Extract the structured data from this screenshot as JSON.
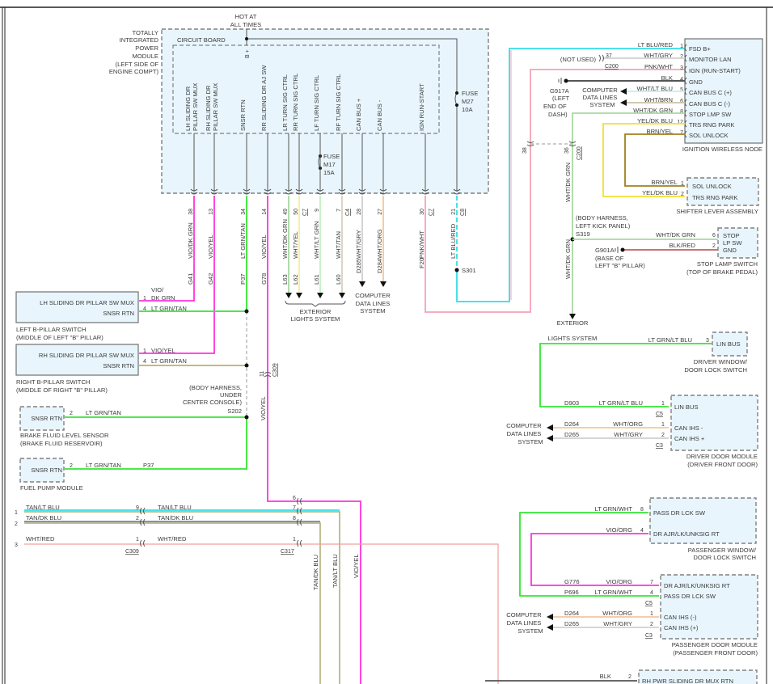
{
  "colors": {
    "vio": "#ff33dd",
    "ltgrn": "#33e633",
    "ltblu": "#33dde6",
    "pnk": "#f4a3b8",
    "wht_dkgrn": "#a8d8a0",
    "wht_yel": "#f0f0a0",
    "wht_ltgrn": "#c0f0c0",
    "wht_tan": "#d8d0c0",
    "wht_gry": "#d0d0d0",
    "wht_org": "#f5c79a",
    "yel": "#f0e030",
    "brn": "#a08020",
    "blk": "#555555",
    "tan_ltblu": "#b8b888",
    "tan_dkblu": "#7080b0",
    "wht_red": "#f0a0a0",
    "module_fill": "#e8f5fc"
  },
  "tipm": {
    "name_lines": [
      "TOTALLY",
      "INTEGRATED",
      "POWER",
      "MODULE",
      "(LEFT SIDE OF",
      "ENGINE COMPT)"
    ],
    "hot_lines": [
      "HOT AT",
      "ALL TIMES"
    ],
    "circuit_board": "CIRCUIT BOARD",
    "bplus": "B +",
    "fuse_m27": [
      "FUSE",
      "M27",
      "10A"
    ],
    "fuse_m17": [
      "FUSE",
      "M17",
      "15A"
    ],
    "pins": [
      {
        "label1": "LH SLIDING DR",
        "label2": "PILLAR SW MUX",
        "pin": "38",
        "conn": "",
        "wire": "VIO/DK GRN",
        "circuit": "G41"
      },
      {
        "label1": "RH SLIDING DR",
        "label2": "PILLAR SW MUX",
        "pin": "13",
        "conn": "",
        "wire": "VIO/YEL",
        "circuit": "G42"
      },
      {
        "label1": "",
        "label2": "SNSR RTN",
        "pin": "34",
        "conn": "",
        "wire": "LT GRN/TAN",
        "circuit": "P37"
      },
      {
        "label1": "",
        "label2": "RR SLIDING DR AJ SW",
        "pin": "14",
        "conn": "",
        "wire": "VIO/YEL",
        "circuit": "G78"
      },
      {
        "label1": "",
        "label2": "LR TURN SIG CTRL",
        "pin": "49",
        "conn": "",
        "wire": "WHT/DK GRN",
        "circuit": "L63"
      },
      {
        "label1": "",
        "label2": "RR TURN SIG CTRL",
        "pin": "50",
        "conn": "C7",
        "wire": "WHT/YEL",
        "circuit": "L62"
      },
      {
        "label1": "",
        "label2": "LF TURN SIG CTRL",
        "pin": "9",
        "conn": "",
        "wire": "WHT/LT GRN",
        "circuit": "L61"
      },
      {
        "label1": "",
        "label2": "RF TURN SIG CTRL",
        "pin": "7",
        "conn": "C4",
        "wire": "WHT/TAN",
        "circuit": "L60"
      },
      {
        "label1": "",
        "label2": "CAN BUS +",
        "pin": "28",
        "conn": "",
        "wire": "WHT/GRY",
        "circuit": "D285"
      },
      {
        "label1": "",
        "label2": "CAN BUS -",
        "pin": "27",
        "conn": "",
        "wire": "WHT/ORG",
        "circuit": "D284"
      },
      {
        "label1": "",
        "label2": "IGN RUN-START",
        "pin": "30",
        "conn": "C7",
        "wire": "PNK/WHT",
        "circuit": "F20"
      },
      {
        "label1": "",
        "label2": "",
        "pin": "21",
        "conn": "C8",
        "wire": "LT BLU/RED",
        "circuit": ""
      }
    ]
  },
  "splice_s301": "S301",
  "exterior_lights": [
    "EXTERIOR",
    "LIGHTS SYSTEM"
  ],
  "computer_data_lines": [
    "COMPUTER",
    "DATA LINES",
    "SYSTEM"
  ],
  "left_b_pillar": {
    "pins": [
      {
        "num": "1",
        "label": "LH SLIDING DR PILLAR SW MUX",
        "wire1": "VIO/",
        "wire2": "DK GRN"
      },
      {
        "num": "4",
        "label": "SNSR RTN",
        "wire": "LT GRN/TAN"
      }
    ],
    "caption": [
      "LEFT B-PILLAR SWITCH",
      "(MIDDLE OF LEFT \"B\" PILLAR)"
    ]
  },
  "right_b_pillar": {
    "pins": [
      {
        "num": "1",
        "label": "RH SLIDING DR PILLAR SW MUX",
        "wire": "VIO/YEL"
      },
      {
        "num": "4",
        "label": "SNSR RTN",
        "wire": "LT GRN/TAN"
      }
    ],
    "caption": [
      "RIGHT B-PILLAR SWITCH",
      "(MIDDLE OF RIGHT \"B\" PILLAR)"
    ]
  },
  "splice_s202": {
    "lines": [
      "(BODY HARNESS,",
      "UNDER",
      "CENTER CONSOLE)"
    ],
    "id": "S202"
  },
  "brake_fluid": {
    "pin": "2",
    "label": "SNSR RTN",
    "wire": "LT GRN/TAN",
    "caption": [
      "BRAKE FLUID LEVEL SENSOR",
      "(BRAKE FLUID RESERVOIR)"
    ]
  },
  "fuel_pump": {
    "pin": "2",
    "label": "SNSR RTN",
    "wire": "LT GRN/TAN",
    "circuit": "P37",
    "caption": [
      "FUEL PUMP MODULE"
    ]
  },
  "c309_vert": {
    "pin": "11",
    "conn": "C309",
    "wire": "VIO/YEL"
  },
  "bottom": {
    "rows": [
      {
        "num": "1",
        "wire_l": "TAN/LT BLU",
        "pin_l": "9",
        "wire_r": "TAN/LT BLU",
        "pin_r": "7"
      },
      {
        "num": "2",
        "wire_l": "TAN/DK BLU",
        "pin_l": "2",
        "wire_r": "TAN/DK BLU",
        "pin_r": "8"
      },
      {
        "num": "3",
        "wire_l": "WHT/RED",
        "pin_l": "1",
        "wire_r": "WHT/RED",
        "pin_r": "1"
      }
    ],
    "c317_top_pin": "6",
    "conn_left": "C309",
    "conn_right": "C317",
    "vert_labels": [
      "TAN/DK BLU",
      "TAN/LT BLU",
      "VIO/YEL"
    ]
  },
  "ignition_node": {
    "title": "IGNITION WIRELESS NODE",
    "pins": [
      {
        "num": "1",
        "label": "FSD B+",
        "wire": "LT BLU/RED"
      },
      {
        "num": "2",
        "label": "MONITOR LAN",
        "wire": "WHT/GRY"
      },
      {
        "num": "3",
        "label": "IGN (RUN-START)",
        "wire": "PNK/WHT"
      },
      {
        "num": "4",
        "label": "GND",
        "wire": "BLK"
      },
      {
        "num": "5",
        "label": "CAN BUS C (+)",
        "wire": "WHT/LT BLU"
      },
      {
        "num": "6",
        "label": "CAN BUS C (-)",
        "wire": "WHT/BRN"
      },
      {
        "num": "8",
        "label": "STOP LMP SW",
        "wire": "WHT/DK GRN"
      },
      {
        "num": "12",
        "label": "TRS RNG PARK",
        "wire": "YEL/DK BLU"
      },
      {
        "num": "7",
        "label": "SOL UNLOCK",
        "wire": "BRN/YEL"
      }
    ],
    "not_used": "(NOT USED)",
    "not_used_pin": "37",
    "conn_c200": "C200",
    "ground": [
      "G917A",
      "(LEFT",
      "END OF",
      "DASH)"
    ]
  },
  "c200": {
    "pin_a": "38",
    "pin_b": "36",
    "conn": "C200",
    "wire": "WHT/DK GRN"
  },
  "shifter": {
    "title": "SHIFTER LEVER ASSEMBLY",
    "pins": [
      {
        "num": "1",
        "label": "SOL UNLOCK",
        "wire": "BRN/YEL"
      },
      {
        "num": "2",
        "label": "TRS RNG PARK",
        "wire": "YEL/DK BLU"
      }
    ]
  },
  "splice_s319": {
    "lines": [
      "(BODY HARNESS,",
      "LEFT KICK PANEL)"
    ],
    "id": "S319",
    "wire_below": "WHT/DK GRN"
  },
  "stop_lamp": {
    "title": [
      "STOP LAMP SWITCH",
      "(TOP OF BRAKE PEDAL)"
    ],
    "labels": [
      "STOP",
      "LP SW",
      "GND"
    ],
    "pins": [
      {
        "num": "6",
        "wire": "WHT/DK GRN"
      },
      {
        "num": "2",
        "wire": "BLK/RED"
      }
    ],
    "ground": [
      "G901A",
      "(BASE OF",
      "LEFT \"B\" PILLAR)"
    ]
  },
  "driver_window_switch": {
    "title": [
      "DRIVER WINDOW/",
      "DOOR LOCK SWITCH"
    ],
    "pin": "3",
    "label": "LIN BUS",
    "wire": "LT GRN/LT BLU"
  },
  "driver_door_module": {
    "title": [
      "DRIVER DOOR MODULE",
      "(DRIVER FRONT DOOR)"
    ],
    "pins": [
      {
        "num": "1",
        "label": "LIN BUS",
        "wire": "LT GRN/LT BLU",
        "circuit": "D903"
      },
      {
        "num": "1",
        "label": "CAN IHS -",
        "wire": "WHT/ORG",
        "circuit": "D264"
      },
      {
        "num": "2",
        "label": "CAN IHS +",
        "wire": "WHT/GRY",
        "circuit": "D265"
      }
    ],
    "conn_a": "C5",
    "conn_b": "C3"
  },
  "passenger_window_switch": {
    "title": [
      "PASSENGER WINDOW/",
      "DOOR LOCK SWITCH"
    ],
    "pins": [
      {
        "num": "8",
        "label": "PASS DR LCK SW",
        "wire": "LT GRN/WHT"
      },
      {
        "num": "4",
        "label": "DR AJR/LK/UNKSIG RT",
        "wire": "VIO/ORG"
      }
    ]
  },
  "passenger_door_module": {
    "title": [
      "PASSENGER DOOR MODULE",
      "(PASSENGER FRONT DOOR)"
    ],
    "pins": [
      {
        "num": "7",
        "label": "DR AJR/LK/UNKSIG RT",
        "wire": "VIO/ORG",
        "circuit": "G776"
      },
      {
        "num": "4",
        "label": "PASS DR LCK SW",
        "wire": "LT GRN/WHT",
        "circuit": "P696"
      },
      {
        "num": "1",
        "label": "CAN IHS (-)",
        "wire": "WHT/ORG",
        "circuit": "D264"
      },
      {
        "num": "2",
        "label": "CAN IHS (+)",
        "wire": "WHT/GRY",
        "circuit": "D265"
      }
    ],
    "conn_a": "C5",
    "conn_b": "C3"
  },
  "rh_pwr_sliding": {
    "pin": "2",
    "label": "RH PWR SLIDING DR MUX RTN",
    "wire": "BLK"
  }
}
